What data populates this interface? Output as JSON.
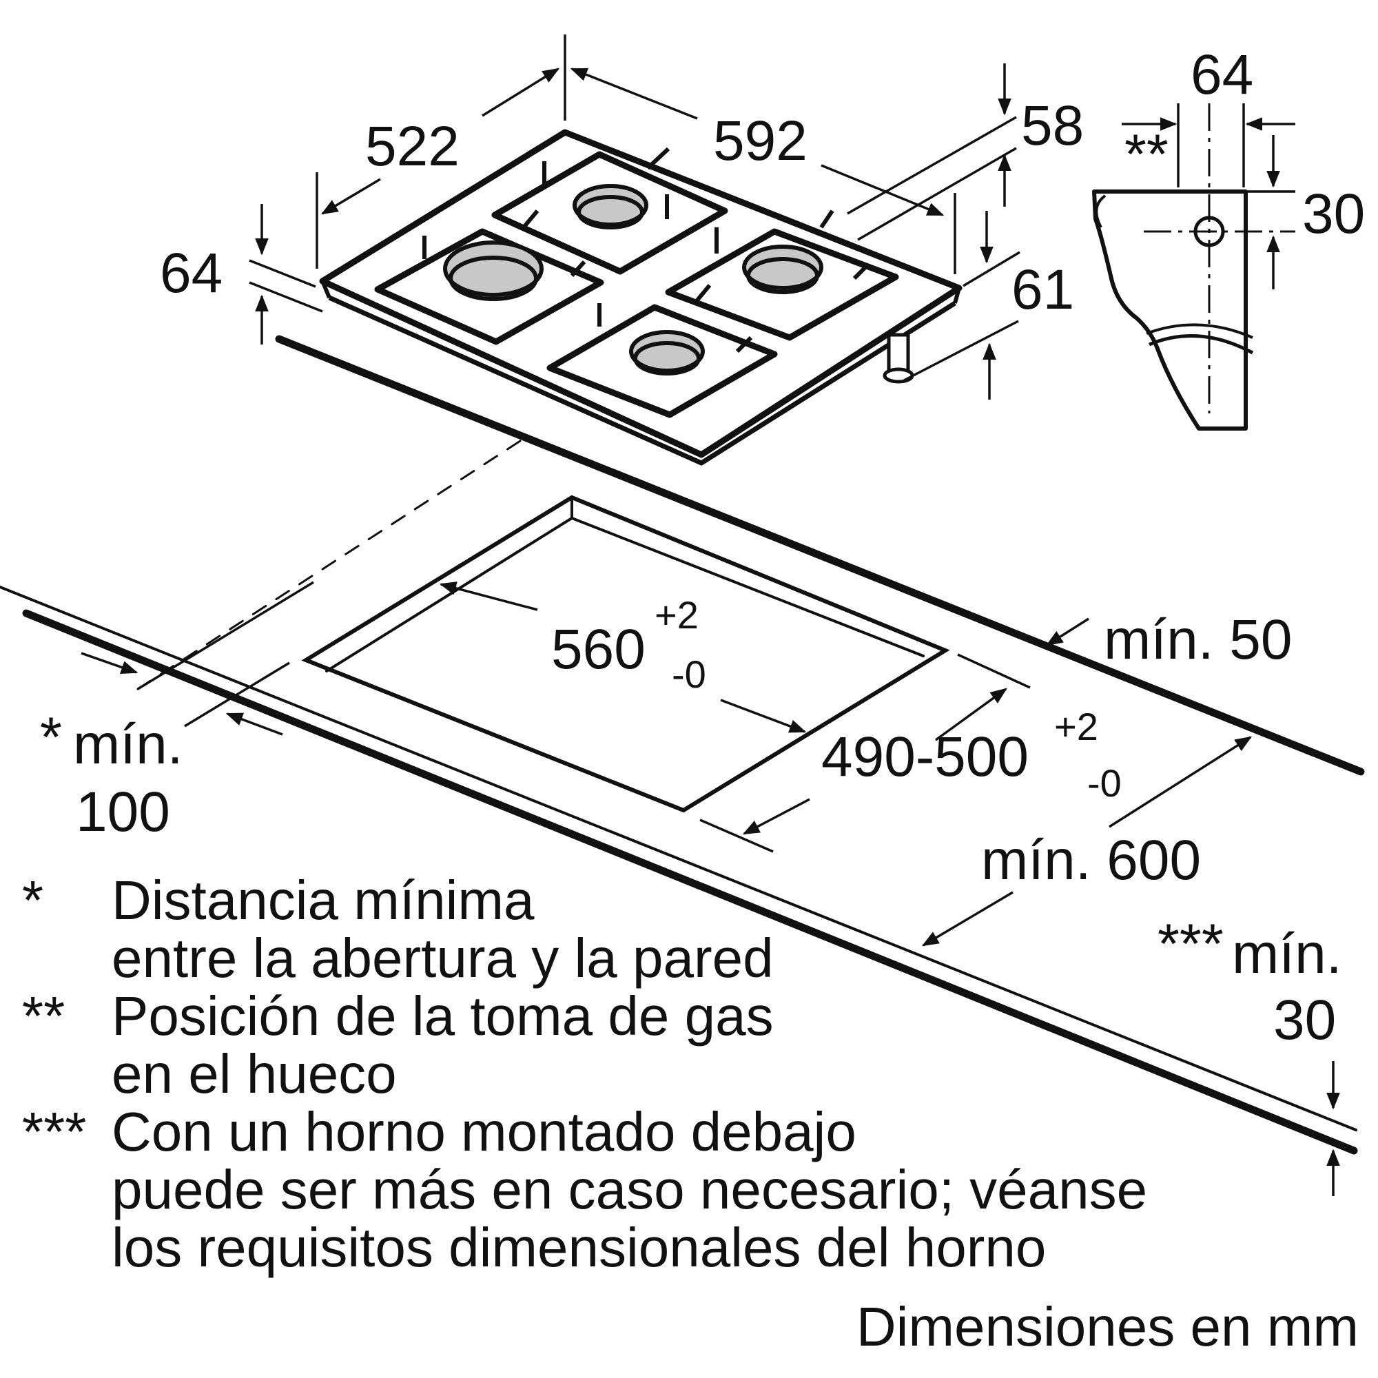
{
  "dimensions": {
    "hob_depth": "522",
    "hob_width": "592",
    "hob_height_left": "64",
    "gas_connector_height": "58",
    "gas_connector_lower": "61",
    "gas_side_width": "64",
    "gas_side_height": "30",
    "gas_side_marker": "**",
    "cutout_width": "560",
    "cutout_width_tol_plus": "+2",
    "cutout_width_tol_minus": "-0",
    "cutout_depth": "490-500",
    "cutout_depth_tol_plus": "+2",
    "cutout_depth_tol_minus": "-0",
    "min_back": "mín. 50",
    "min_wall_marker": "*",
    "min_wall_label": "mín.",
    "min_wall_value": "100",
    "min_depth": "mín. 600",
    "min_below_marker": "***",
    "min_below_label": "mín.",
    "min_below_value": "30"
  },
  "notes": [
    {
      "mark": "*",
      "lines": [
        "Distancia mínima",
        "entre la abertura y la pared"
      ]
    },
    {
      "mark": "**",
      "lines": [
        "Posición de la toma de gas",
        "en el hueco"
      ]
    },
    {
      "mark": "***",
      "lines": [
        "Con un horno montado debajo",
        "puede ser más en caso necesario; véanse",
        "los requisitos dimensionales del horno"
      ]
    }
  ],
  "units_label": "Dimensiones en mm",
  "icons": [
    "gas-hob-drawing",
    "worktop-cutout-drawing",
    "gas-connection-side-view"
  ]
}
